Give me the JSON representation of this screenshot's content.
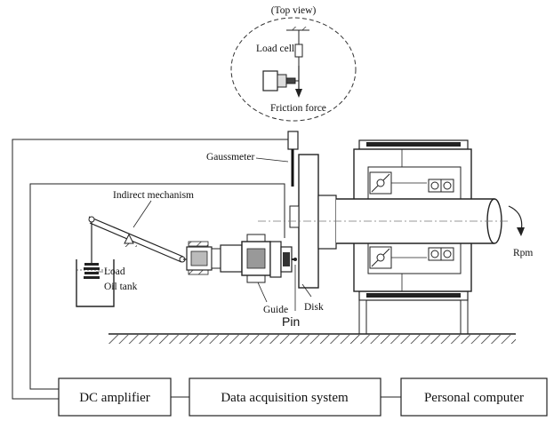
{
  "labels": {
    "top_view": "(Top view)",
    "load_cell": "Load cell",
    "friction_force": "Friction force",
    "gaussmeter": "Gaussmeter",
    "indirect_mechanism": "Indirect mechanism",
    "load": "Load",
    "oil_tank": "Oil tank",
    "guide": "Guide",
    "disk": "Disk",
    "pin": "Pin",
    "rpm": "Rpm"
  },
  "boxes": {
    "dc_amplifier": "DC amplifier",
    "data_acquisition": "Data acquisition system",
    "personal_computer": "Personal computer"
  }
}
